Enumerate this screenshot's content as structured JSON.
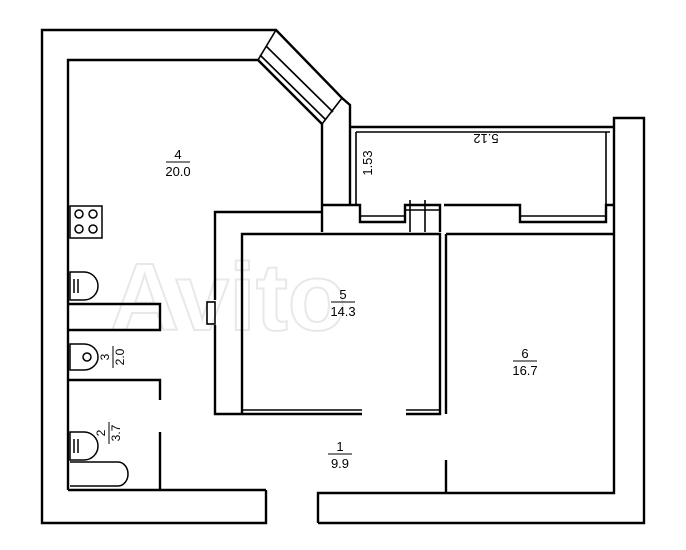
{
  "rooms": [
    {
      "number": "4",
      "area": "20.0"
    },
    {
      "number": "5",
      "area": "14.3"
    },
    {
      "number": "6",
      "area": "16.7"
    },
    {
      "number": "1",
      "area": "9.9"
    },
    {
      "number": "3",
      "area": "2.0"
    },
    {
      "number": "2",
      "area": "3.7"
    }
  ],
  "balcony": {
    "length": "5.12",
    "depth": "1.53"
  },
  "watermark": "Avito"
}
